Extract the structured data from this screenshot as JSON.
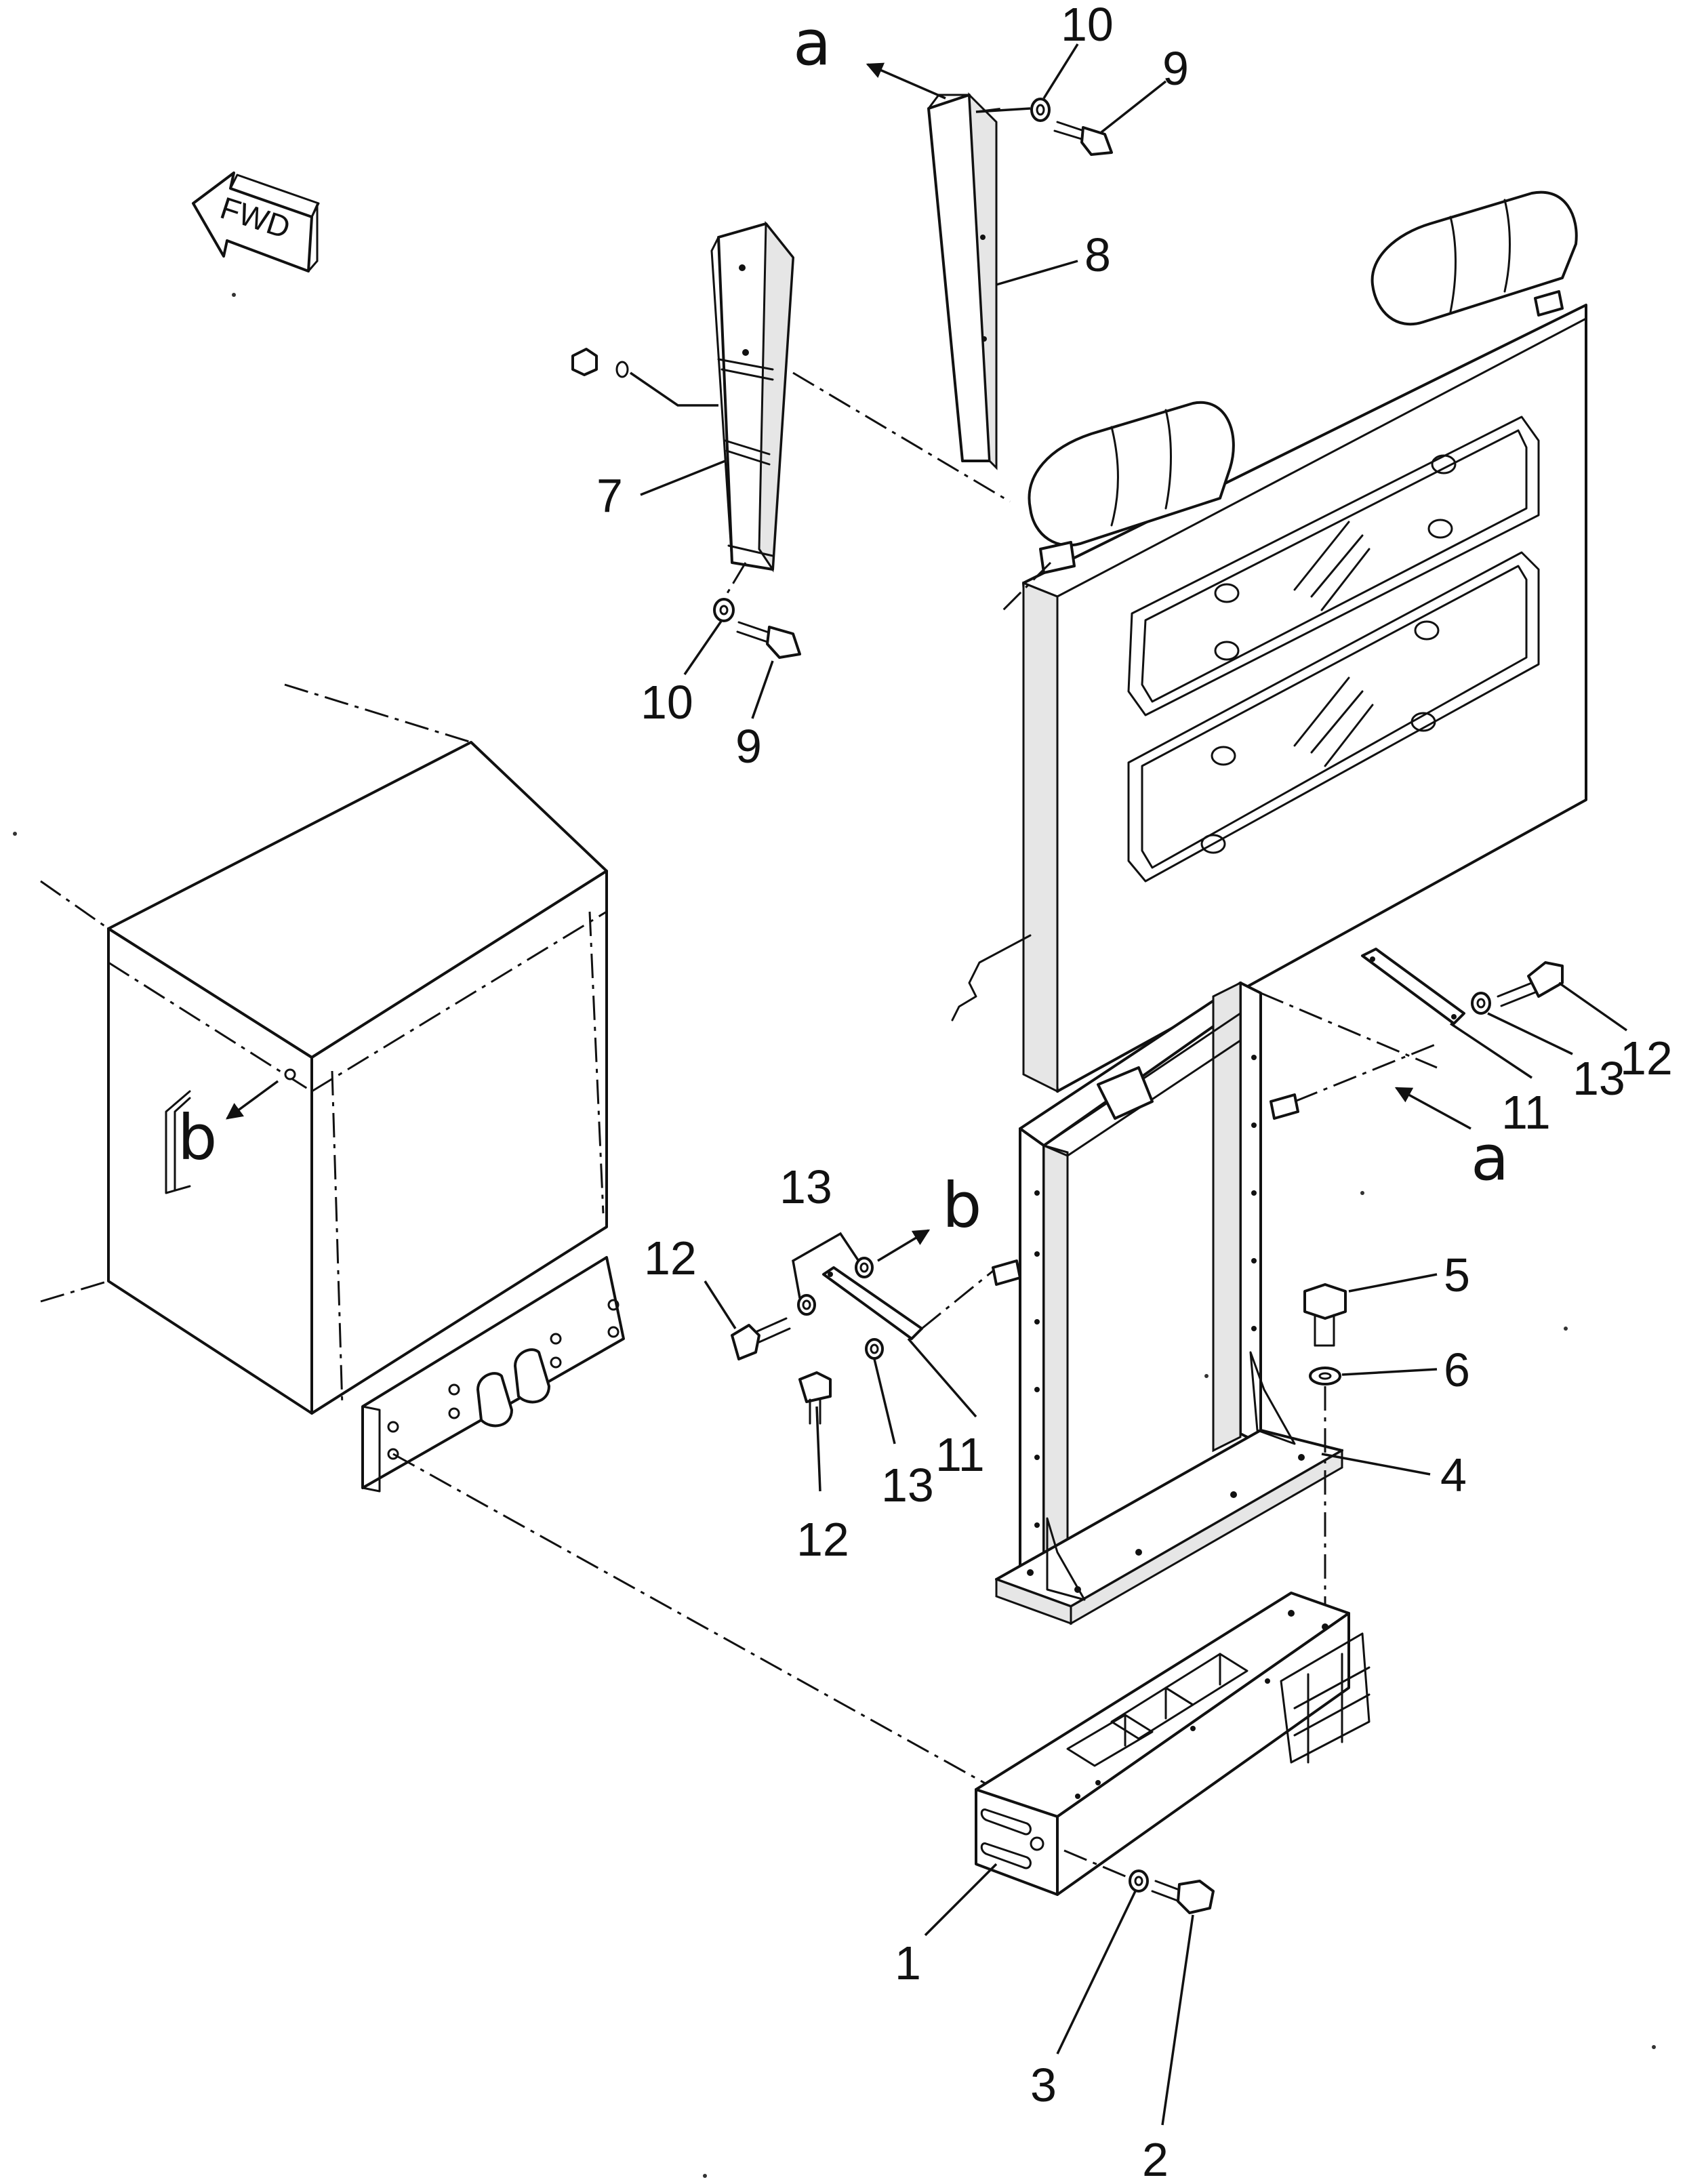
{
  "fwd_label": "FWD",
  "reference_letters": {
    "a": "a",
    "b": "b"
  },
  "callouts": {
    "c1": "1",
    "c2": "2",
    "c3": "3",
    "c4": "4",
    "c5": "5",
    "c6": "6",
    "c7": "7",
    "c8": "8",
    "c9_top": "9",
    "c9_bottom": "9",
    "c10_top": "10",
    "c10_bottom": "10",
    "c11_right": "11",
    "c11_mid": "11",
    "c12_left": "12",
    "c12_mid": "12",
    "c12_right": "12",
    "c13_upper": "13",
    "c13_mid": "13",
    "c13_right": "13"
  },
  "colors": {
    "line": "#111111",
    "paper": "#ffffff"
  }
}
